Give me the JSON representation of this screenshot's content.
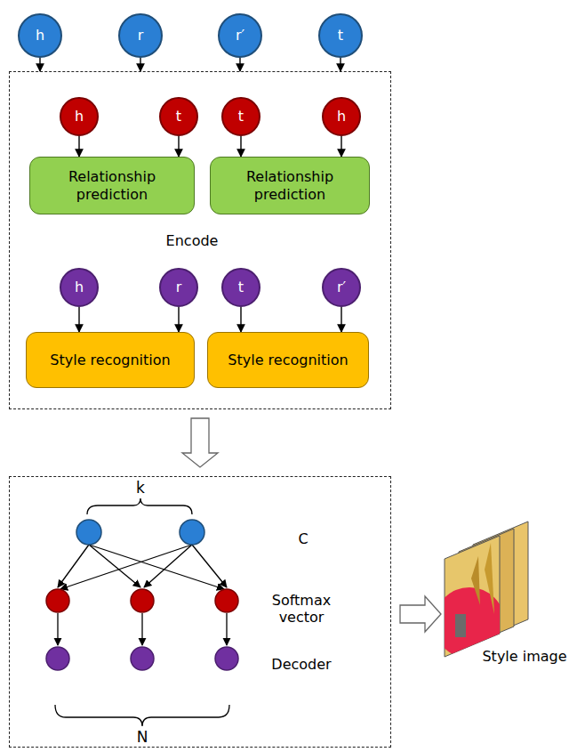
{
  "diagram": {
    "nodes": [
      {
        "text": [
          "h"
        ]
      },
      {
        "text": [
          "r"
        ]
      },
      {
        "text": [
          "r′"
        ]
      },
      {
        "text": [
          "t"
        ]
      },
      {
        "text": [
          "Encode"
        ]
      },
      {
        "text": [
          "h"
        ],
        "in": 4
      },
      {
        "text": [
          "t"
        ],
        "in": 4
      },
      {
        "text": [
          "t"
        ],
        "in": 4
      },
      {
        "text": [
          "h"
        ],
        "in": 4
      },
      {
        "text": [
          "Relationship prediction"
        ],
        "in": 4
      },
      {
        "text": [
          "Relationship prediction"
        ],
        "in": 4
      },
      {
        "text": [
          "h"
        ],
        "in": 4
      },
      {
        "text": [
          "r"
        ],
        "in": 4
      },
      {
        "text": [
          "t"
        ],
        "in": 4
      },
      {
        "text": [
          "r′"
        ],
        "in": 4
      },
      {
        "text": [
          "Style recognition"
        ],
        "in": 4
      },
      {
        "text": [
          "Style recognition"
        ],
        "in": 4
      },
      {
        "text": [
          "C",
          "Softmax vector",
          "Decoder"
        ]
      },
      {
        "text": [
          "Style image"
        ]
      }
    ],
    "edges": [
      {
        "from": 0,
        "to": 4,
        "arrow": "to"
      },
      {
        "from": 1,
        "to": 4,
        "arrow": "to"
      },
      {
        "from": 2,
        "to": 4,
        "arrow": "to"
      },
      {
        "from": 3,
        "to": 4,
        "arrow": "to"
      },
      {
        "from": 5,
        "to": 9,
        "arrow": "to"
      },
      {
        "from": 6,
        "to": 9,
        "arrow": "to"
      },
      {
        "from": 7,
        "to": 10,
        "arrow": "to"
      },
      {
        "from": 8,
        "to": 10,
        "arrow": "to"
      },
      {
        "from": 11,
        "to": 15,
        "arrow": "to"
      },
      {
        "from": 12,
        "to": 15,
        "arrow": "to"
      },
      {
        "from": 13,
        "to": 16,
        "arrow": "to"
      },
      {
        "from": 14,
        "to": 16,
        "arrow": "to"
      },
      {
        "from": 4,
        "to": 17,
        "arrow": "to"
      },
      {
        "from": 17,
        "to": 18,
        "arrow": "to"
      }
    ],
    "labels": [
      "k",
      "N"
    ]
  }
}
